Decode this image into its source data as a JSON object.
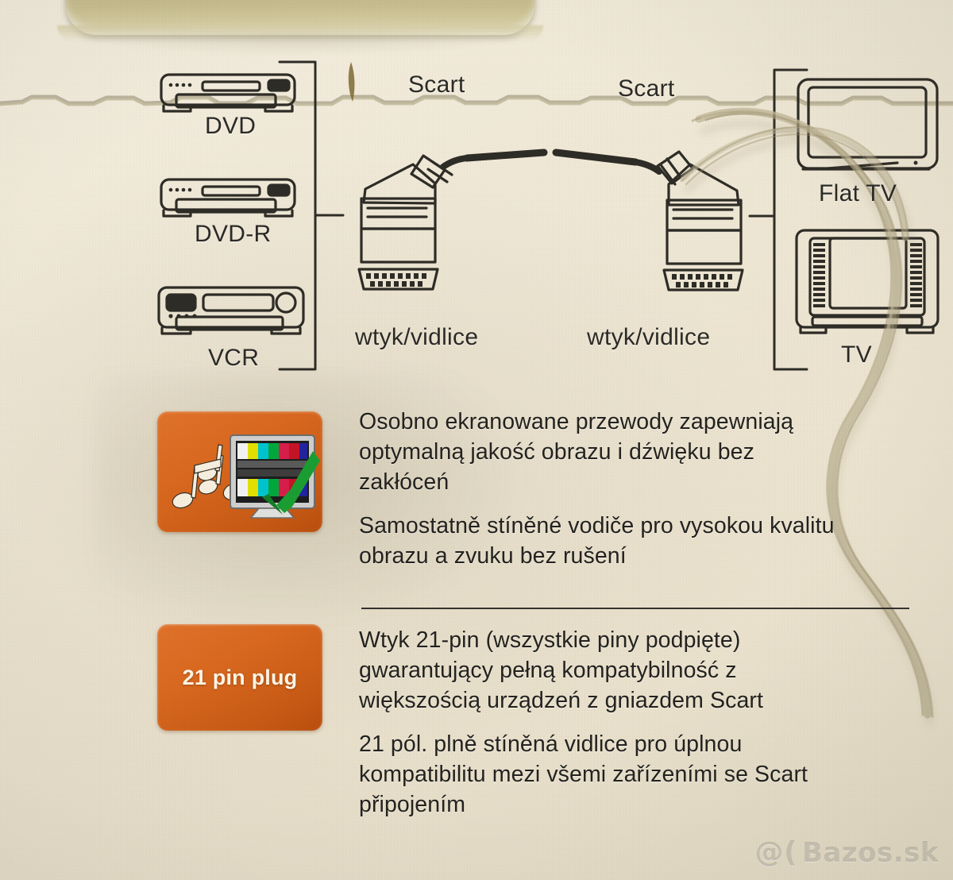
{
  "package": {
    "background_color": "#efe8d6",
    "accent_color": "#d9681f",
    "ink_color": "#23221f",
    "blister_color": "#bdb284"
  },
  "diagram": {
    "source_devices": [
      {
        "label": "DVD",
        "icon": "dvd-player-icon"
      },
      {
        "label": "DVD-R",
        "icon": "dvd-recorder-icon"
      },
      {
        "label": "VCR",
        "icon": "vcr-icon"
      }
    ],
    "target_devices": [
      {
        "label": "Flat TV",
        "icon": "flat-tv-icon"
      },
      {
        "label": "TV",
        "icon": "crt-tv-icon"
      }
    ],
    "connector_labels": [
      {
        "top": "Scart",
        "bottom": "wtyk/vidlice"
      },
      {
        "top": "Scart",
        "bottom": "wtyk/vidlice"
      }
    ]
  },
  "features": [
    {
      "badge": {
        "type": "image",
        "icon": "tv-music-check-icon",
        "label": ""
      },
      "texts": [
        {
          "lang": "pl",
          "lines": [
            "Osobno ekranowane przewody zapewniają",
            "optymalną jakość obrazu i dźwięku bez",
            "zakłóceń"
          ]
        },
        {
          "lang": "cz",
          "lines": [
            "Samostatně stíněné vodiče pro vysokou kvalitu",
            "obrazu a zvuku bez rušení"
          ]
        }
      ]
    },
    {
      "badge": {
        "type": "text",
        "icon": "",
        "label": "21 pin plug"
      },
      "texts": [
        {
          "lang": "pl",
          "lines": [
            "Wtyk 21-pin (wszystkie piny podpięte)",
            "gwarantujący pełną kompatybilność z",
            "większością urządzeń z gniazdem Scart"
          ]
        },
        {
          "lang": "cz",
          "lines": [
            "21 pól. plně stíněná vidlice pro úplnou",
            "kompatibilitu mezi všemi zařízeními se Scart",
            "připojením"
          ]
        }
      ]
    }
  ],
  "watermark": {
    "mark": "@(",
    "text": "Bazos.sk"
  }
}
